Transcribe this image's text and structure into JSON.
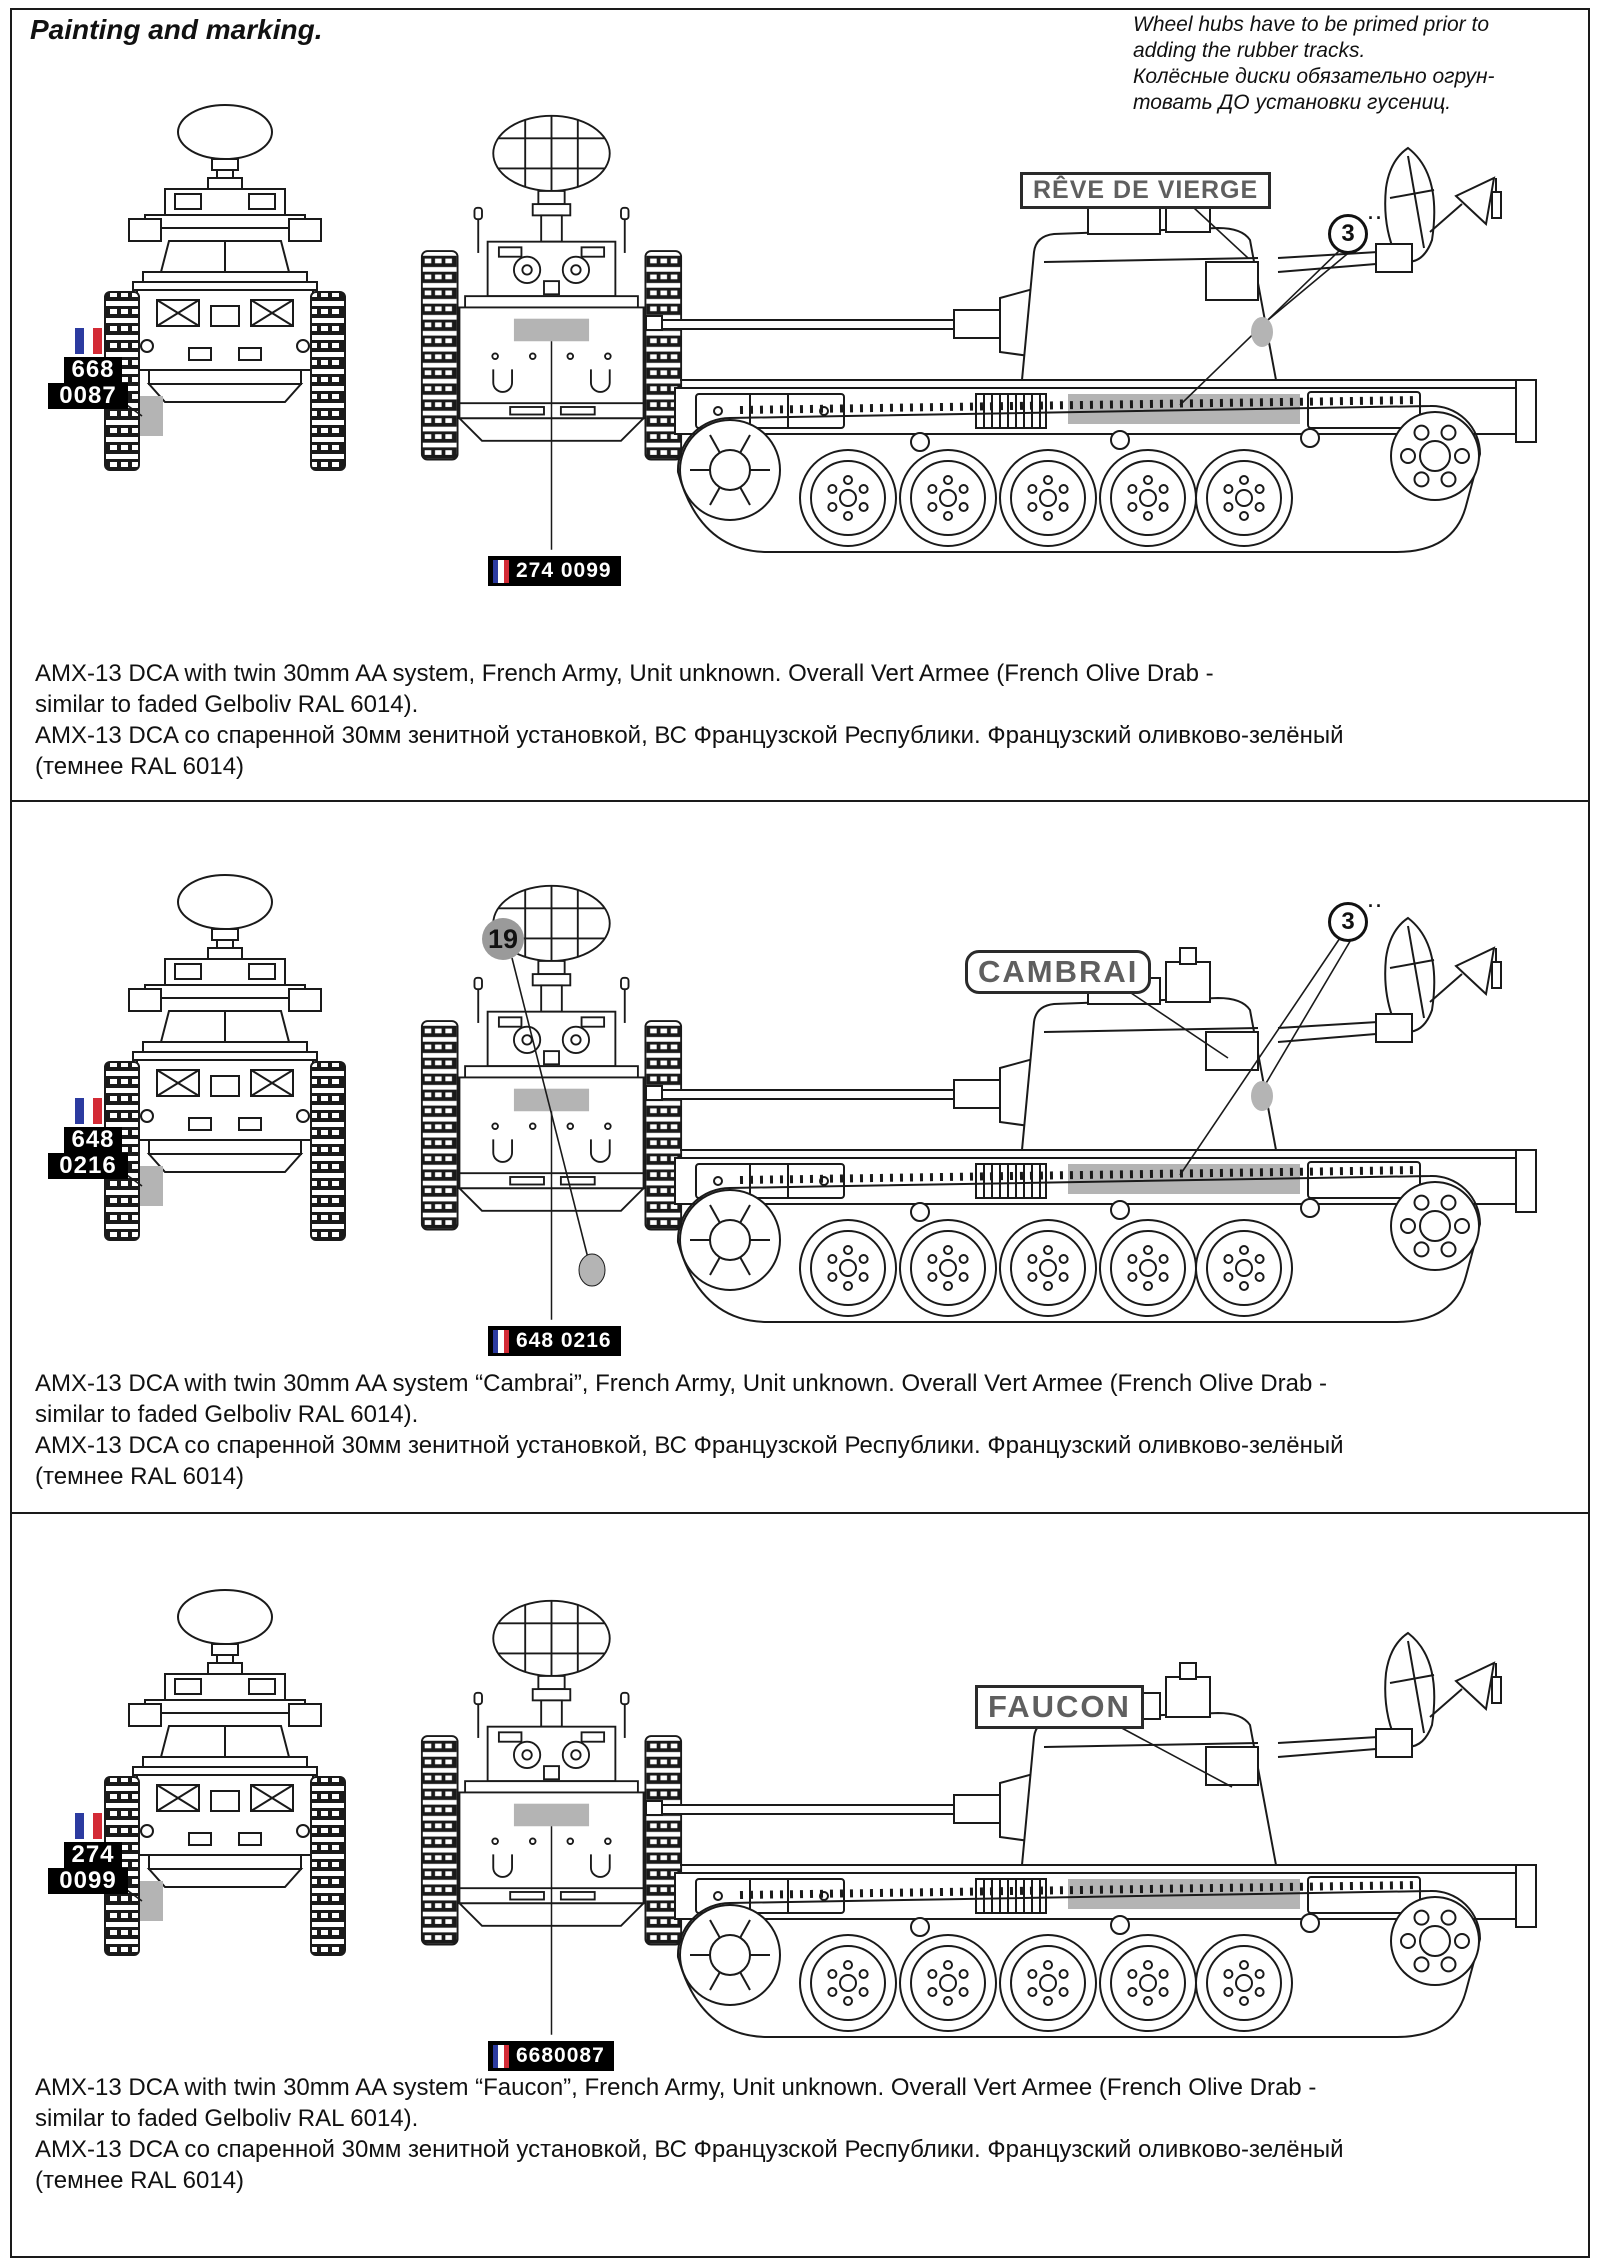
{
  "header": {
    "title": "Painting and marking.",
    "note_lines": [
      "Wheel hubs have to be primed prior to",
      "adding the rubber tracks.",
      "Колёсные диски обязательно огрун-",
      "товать ДО установки гусениц."
    ]
  },
  "colors": {
    "flag_blue": "#2c3ba0",
    "flag_red": "#d32b36",
    "decal_gray": "#b4b4b4",
    "name_plate_gray": "#5f5f5f"
  },
  "sections": [
    {
      "vehicle_name": "RÊVE DE VIERGE",
      "front_plate_line1": "668",
      "front_plate_line2": "0087",
      "rear_plate": "274 0099",
      "callout_3": "3",
      "callout_3_dots": "··",
      "caption_lines": [
        "AMX-13 DCA with twin 30mm AA system, French Army, Unit unknown. Overall Vert Armee (French Olive Drab -",
        "similar to faded Gelboliv RAL 6014).",
        "AMX-13 DCA со спаренной 30мм зенитной установкой, ВС Французской Республики. Французский оливково-зелёный",
        "(темнее RAL 6014)"
      ]
    },
    {
      "vehicle_name": "CAMBRAI",
      "front_plate_line1": "648",
      "front_plate_line2": "0216",
      "rear_plate": "648 0216",
      "callout_3": "3",
      "callout_3_dots": "··",
      "callout_19": "19",
      "caption_lines": [
        "AMX-13 DCA with twin 30mm AA system “Cambrai”, French Army, Unit unknown. Overall Vert Armee (French Olive Drab -",
        "similar to faded Gelboliv RAL 6014).",
        "AMX-13 DCA со спаренной 30мм зенитной установкой, ВС Французской Республики. Французский оливково-зелёный",
        "(темнее RAL 6014)"
      ]
    },
    {
      "vehicle_name": "FAUCON",
      "front_plate_line1": "274",
      "front_plate_line2": "0099",
      "rear_plate": "6680087",
      "caption_lines": [
        "AMX-13 DCA with twin 30mm AA system “Faucon”, French Army, Unit unknown. Overall Vert Armee (French Olive Drab -",
        "similar to faded Gelboliv RAL 6014).",
        "AMX-13 DCA со спаренной 30мм зенитной установкой, ВС Французской Республики. Французский оливково-зелёный",
        "(темнее RAL 6014)"
      ]
    }
  ]
}
